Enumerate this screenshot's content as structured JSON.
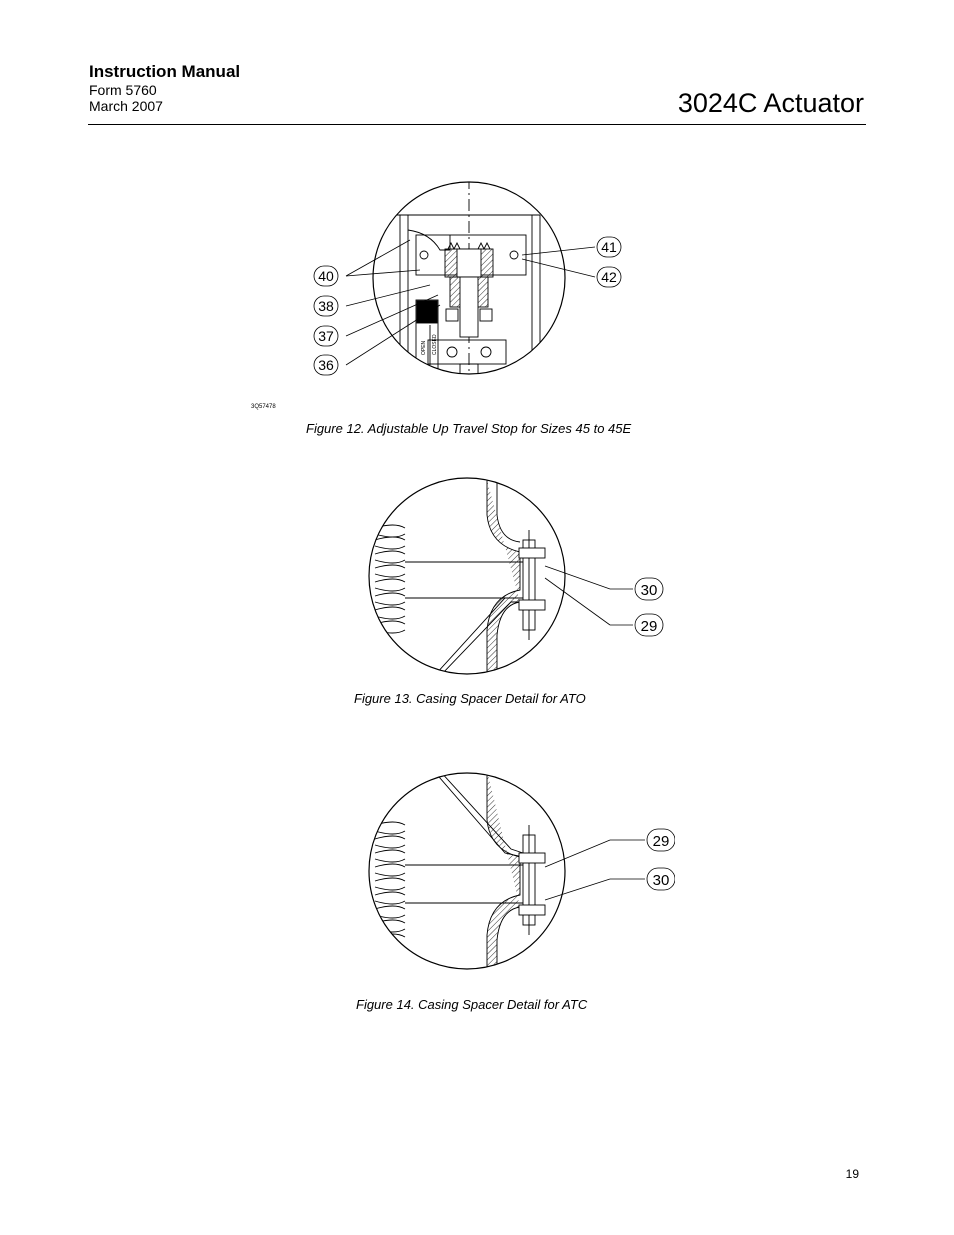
{
  "header": {
    "manual_title": "Instruction Manual",
    "form": "Form 5760",
    "date": "March 2007",
    "product_title": "3024C Actuator"
  },
  "figure12": {
    "code": "3Q57478",
    "caption": "Figure 12. Adjustable Up Travel Stop for Sizes 45 to 45E",
    "callouts": [
      "40",
      "38",
      "37",
      "36",
      "41",
      "42"
    ],
    "scale_labels": [
      "OPEN",
      "CLOSED"
    ]
  },
  "figure13": {
    "caption": "Figure 13. Casing Spacer Detail for ATO",
    "callouts": [
      "30",
      "29"
    ]
  },
  "figure14": {
    "caption": "Figure 14. Casing Spacer Detail for ATC",
    "callouts": [
      "29",
      "30"
    ]
  },
  "footer": {
    "page_number": "19"
  }
}
